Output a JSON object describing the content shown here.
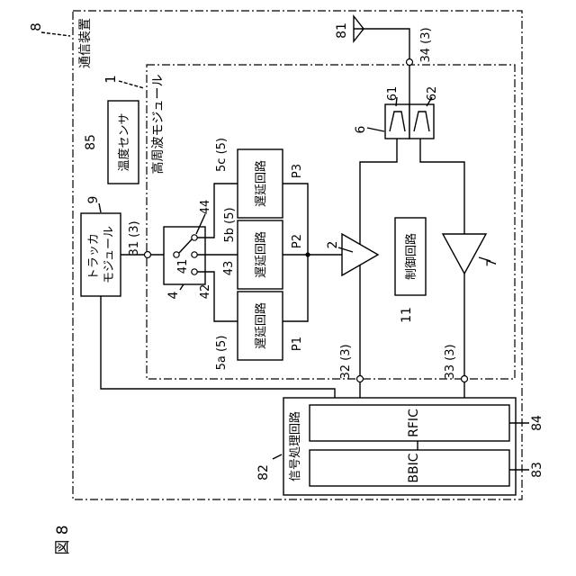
{
  "figure": {
    "label": "図 8"
  },
  "labels": {
    "comm_device": "通信装置",
    "comm_device_ref": "8",
    "hf_module": "高周波モジュール",
    "hf_module_ref": "1",
    "temp_sensor": "温度センサ",
    "temp_sensor_ref": "85",
    "tracker": "トラッカ モジュール",
    "tracker_ref": "9",
    "switch_ref": "4",
    "t41": "41",
    "t42": "42",
    "t43": "43",
    "t44": "44",
    "delay_text": "遅延回路",
    "delay_a_ref": "5a (5)",
    "delay_b_ref": "5b (5)",
    "delay_c_ref": "5c (5)",
    "p1": "P1",
    "p2": "P2",
    "p3": "P3",
    "amp_tx_ref": "2",
    "amp_rx_ref": "7",
    "control": "制御回路",
    "control_ref": "11",
    "filter_ref": "6",
    "f61": "61",
    "f62": "62",
    "antenna_ref": "81",
    "term34": "34 (3)",
    "term31": "31 (3)",
    "term32": "32 (3)",
    "term33": "33 (3)",
    "sig_proc": "信号処理回路",
    "sig_proc_ref": "82",
    "rfic": "RFIC",
    "rfic_ref": "84",
    "bbic": "BBIC",
    "bbic_ref": "83"
  }
}
